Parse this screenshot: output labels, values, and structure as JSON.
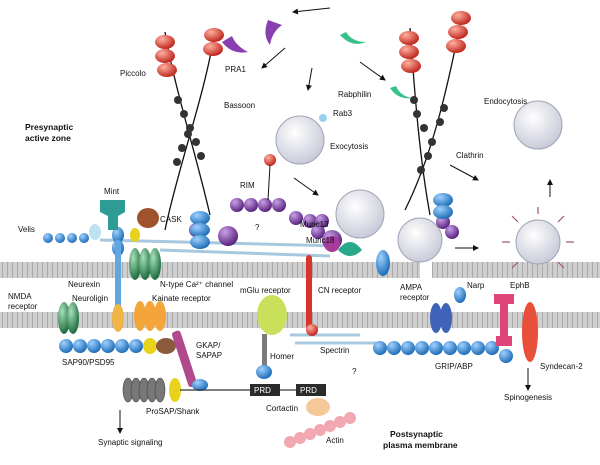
{
  "colors": {
    "membrane": "#c9c9c9",
    "membrane_line": "#9a9a9a",
    "blue": "#3a8fd8",
    "purple": "#7b3fa0",
    "red": "#d9342b",
    "green": "#2e8b57",
    "yellow": "#e8d21a",
    "pink": "#e6447a",
    "vesicle": "#e9eaf2"
  },
  "labels": {
    "piccolo": "Piccolo",
    "pra1": "PRA1",
    "bassoon": "Bassoon",
    "rabphilin": "Rabphilin",
    "endocytosis": "Endocytosis",
    "rab3": "Rab3",
    "exocytosis": "Exocytosis",
    "clathrin": "Clathrin",
    "presynaptic_line1": "Presynaptic",
    "presynaptic_line2": "active zone",
    "mint": "Mint",
    "rim": "RIM",
    "cask": "CASK",
    "velis": "Velis",
    "munc13": "Munc13",
    "munc18": "Munc18",
    "question1": "?",
    "question2": "?",
    "neurexin": "Neurexin",
    "ntype_channel": "N-type Ca²⁺ channel",
    "nmda_line1": "NMDA",
    "nmda_line2": "receptor",
    "neuroligin": "Neuroligin",
    "kainate": "Kainate receptor",
    "mglu": "mGlu receptor",
    "cn_receptor": "CN receptor",
    "ampa_line1": "AMPA",
    "ampa_line2": "receptor",
    "narp": "Narp",
    "ephb": "EphB",
    "sap90": "SAP90/PSD95",
    "gkap_line1": "GKAP/",
    "gkap_line2": "SAPAP",
    "homer": "Homer",
    "spectrin": "Spectrin",
    "grip": "GRIP/ABP",
    "syndecan": "Syndecan-2",
    "prd1": "PRD",
    "prd2": "PRD",
    "prosap": "ProSAP/Shank",
    "cortactin": "Cortactin",
    "spinogenesis": "Spinogenesis",
    "actin": "Actin",
    "synaptic_signaling": "Synaptic signaling",
    "postsynaptic_line1": "Postsynaptic",
    "postsynaptic_line2": "plasma membrane"
  }
}
